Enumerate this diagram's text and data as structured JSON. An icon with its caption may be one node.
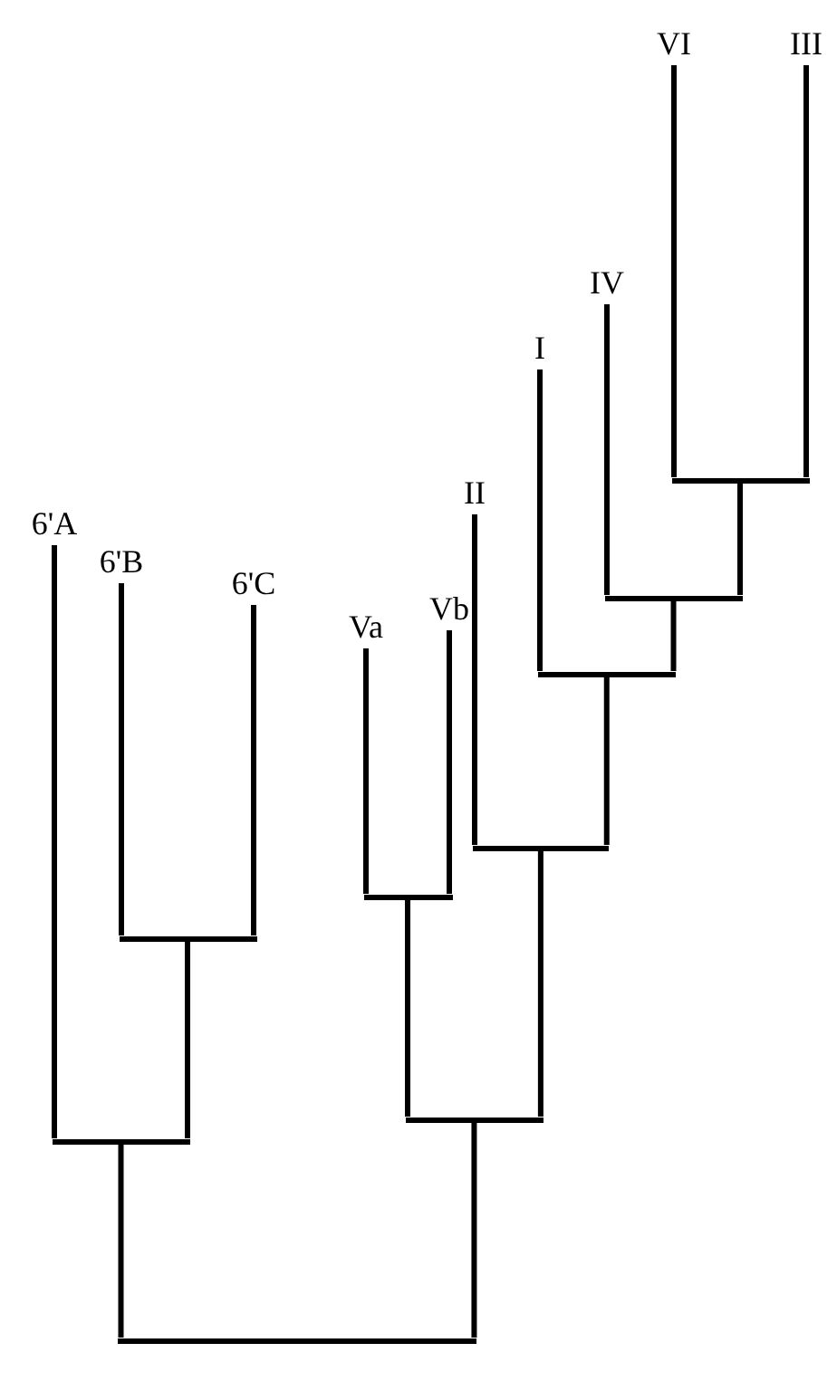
{
  "diagram": {
    "nodes": [
      {
        "text": [
          "6'A"
        ]
      },
      {
        "text": [
          "6'B"
        ]
      },
      {
        "text": [
          "6'C"
        ]
      },
      {
        "text": [
          "Va"
        ]
      },
      {
        "text": [
          "Vb"
        ]
      },
      {
        "text": [
          "II"
        ]
      },
      {
        "text": [
          "I"
        ]
      },
      {
        "text": [
          "IV"
        ]
      },
      {
        "text": [
          "VI"
        ]
      },
      {
        "text": [
          "III"
        ]
      },
      {
        "text": [],
        "shape": "bar"
      },
      {
        "text": [],
        "shape": "bar"
      },
      {
        "text": [],
        "shape": "bar"
      },
      {
        "text": [],
        "shape": "bar"
      },
      {
        "text": [],
        "shape": "bar"
      },
      {
        "text": [],
        "shape": "bar"
      },
      {
        "text": [],
        "shape": "bar"
      },
      {
        "text": [],
        "shape": "bar"
      },
      {
        "text": [],
        "shape": "bar"
      }
    ],
    "edges": [
      {
        "from": 10,
        "to": 11,
        "arrow": "none"
      },
      {
        "from": 10,
        "to": 13,
        "arrow": "none"
      },
      {
        "from": 11,
        "to": 0,
        "arrow": "none"
      },
      {
        "from": 11,
        "to": 12,
        "arrow": "none"
      },
      {
        "from": 12,
        "to": 1,
        "arrow": "none"
      },
      {
        "from": 12,
        "to": 2,
        "arrow": "none"
      },
      {
        "from": 13,
        "to": 14,
        "arrow": "none"
      },
      {
        "from": 13,
        "to": 15,
        "arrow": "none"
      },
      {
        "from": 14,
        "to": 3,
        "arrow": "none"
      },
      {
        "from": 14,
        "to": 4,
        "arrow": "none"
      },
      {
        "from": 15,
        "to": 5,
        "arrow": "none"
      },
      {
        "from": 15,
        "to": 16,
        "arrow": "none"
      },
      {
        "from": 16,
        "to": 6,
        "arrow": "none"
      },
      {
        "from": 16,
        "to": 17,
        "arrow": "none"
      },
      {
        "from": 17,
        "to": 7,
        "arrow": "none"
      },
      {
        "from": 17,
        "to": 18,
        "arrow": "none"
      },
      {
        "from": 18,
        "to": 8,
        "arrow": "none"
      },
      {
        "from": 18,
        "to": 9,
        "arrow": "none"
      }
    ]
  }
}
